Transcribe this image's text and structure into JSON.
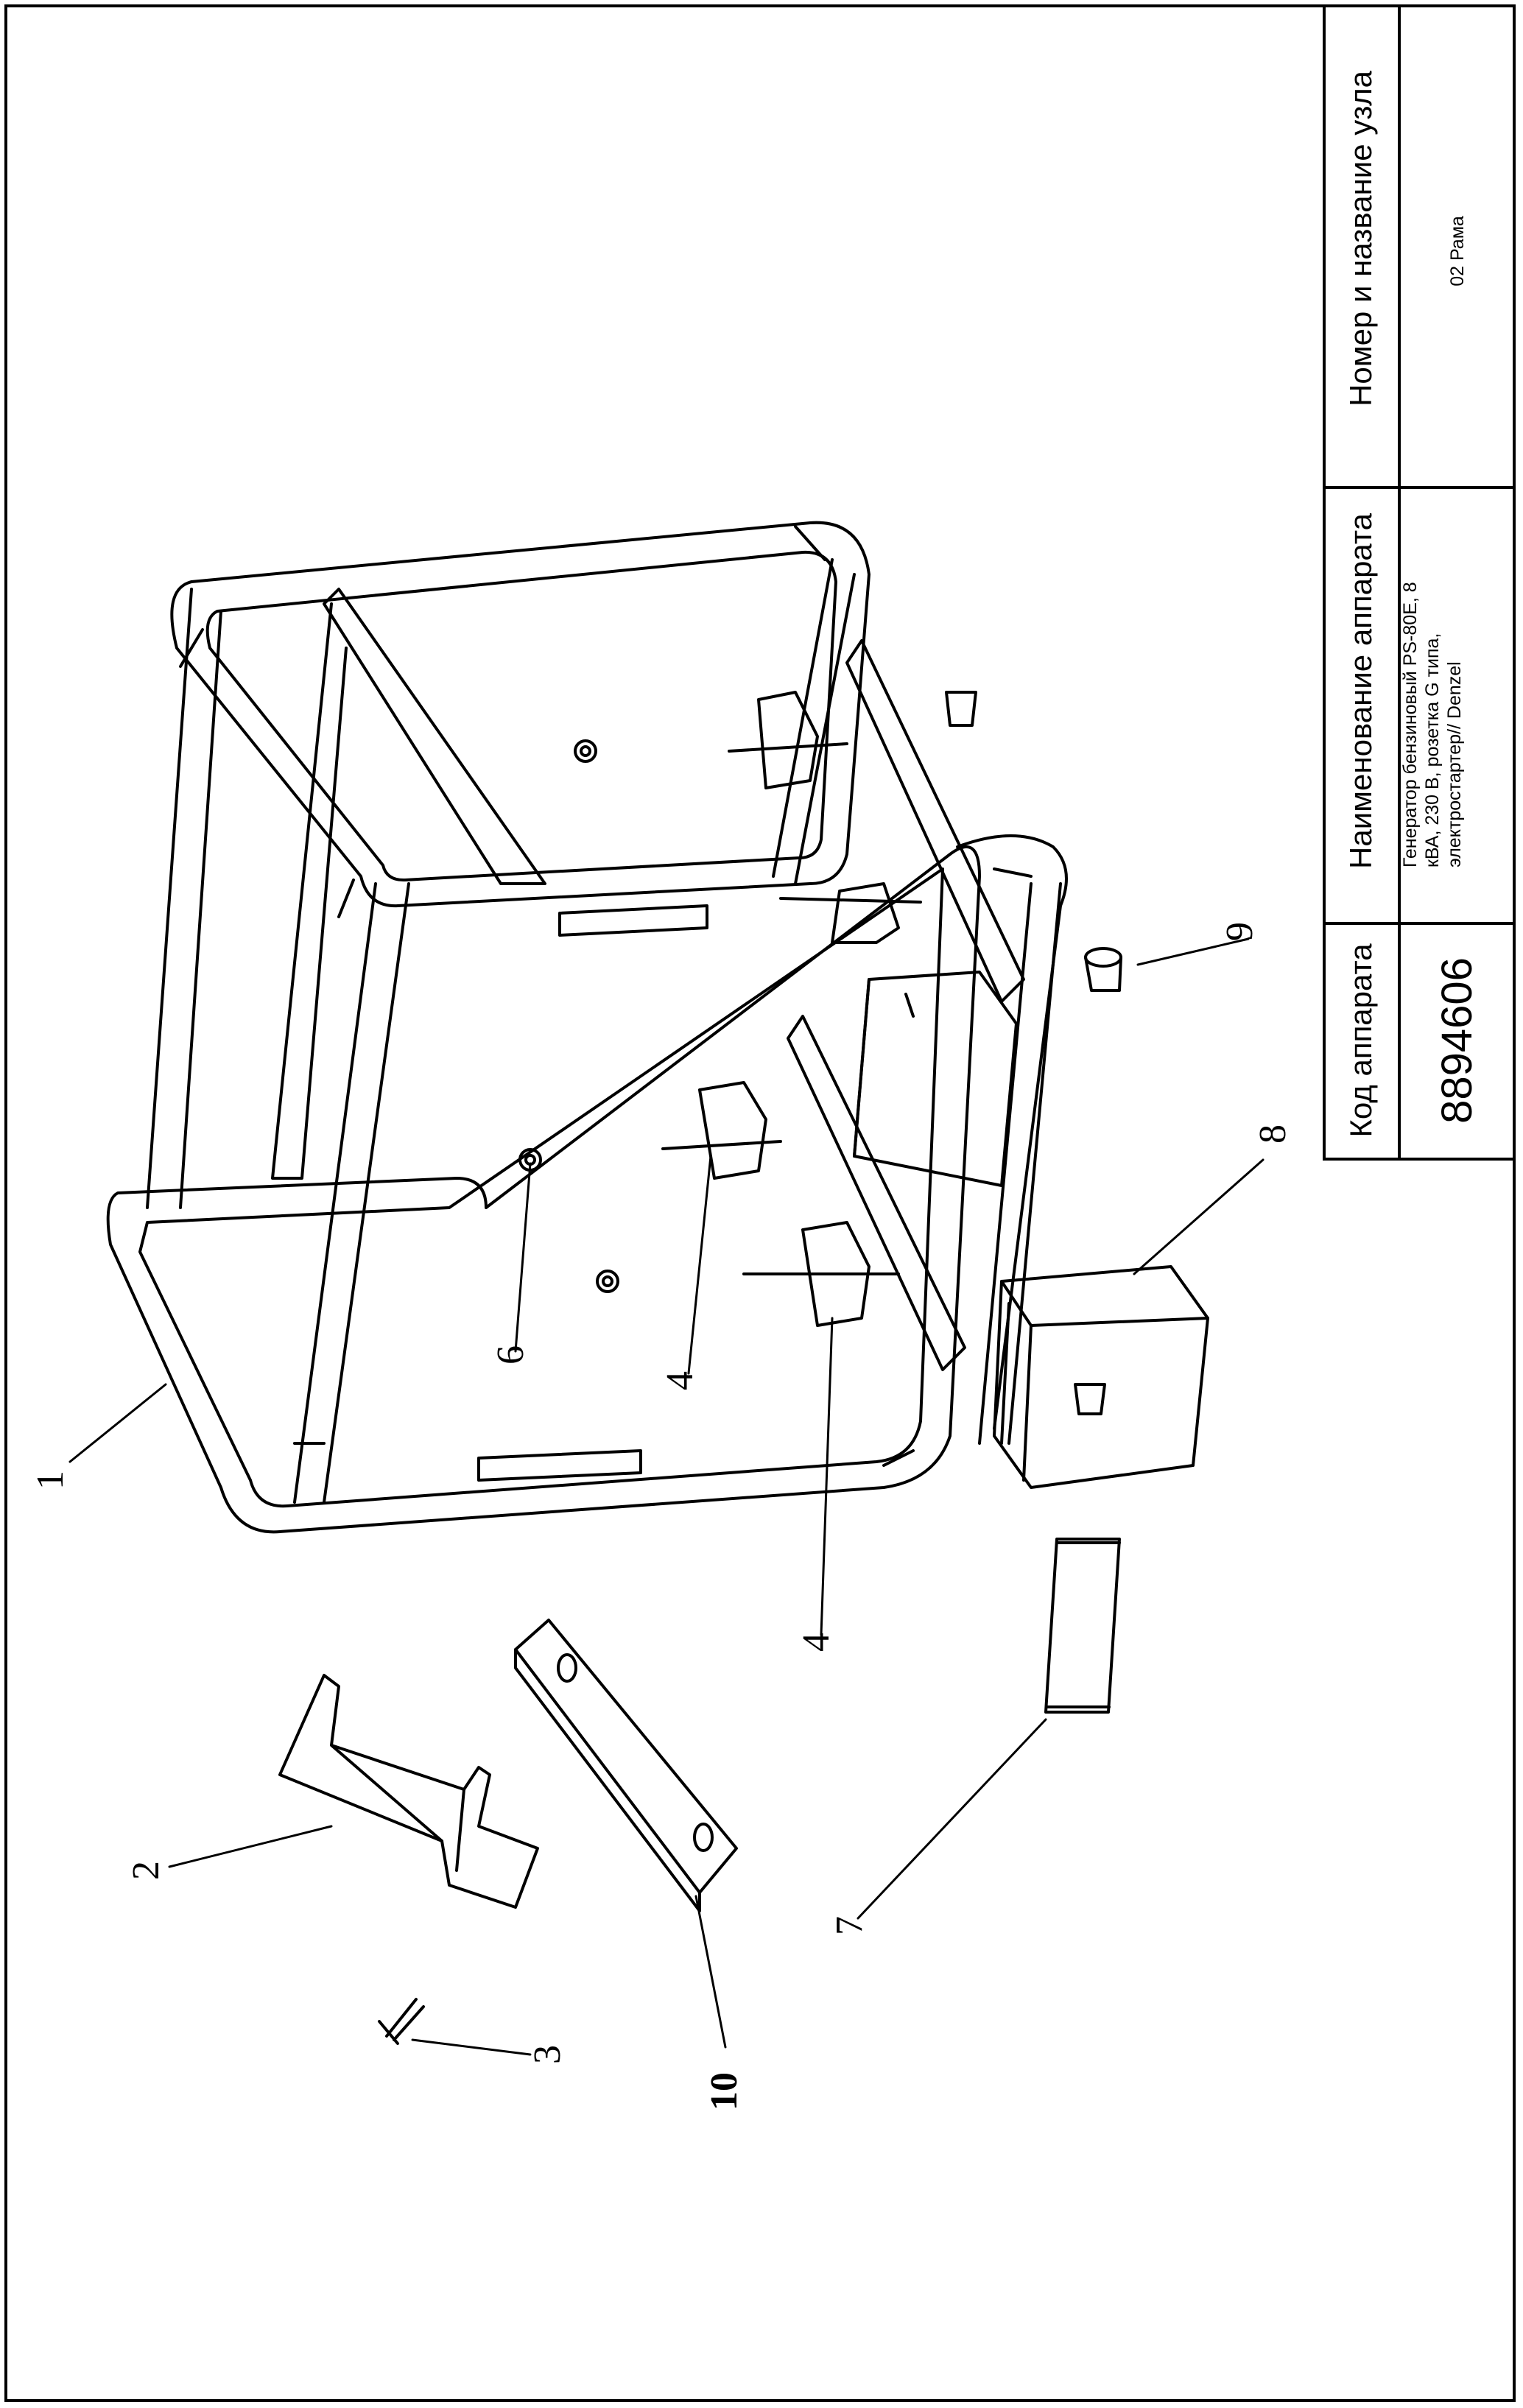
{
  "title_block": {
    "col_headers": {
      "code": "Код аппарата",
      "device_name": "Наименование аппарата",
      "unit": "Номер и название узла"
    },
    "values": {
      "code": "8894606",
      "device_name": "Генератор бензиновый PS-80E, 8 кВА, 230 В, розетка G типа, электростартер// Denzel",
      "unit": "02 Рама"
    }
  },
  "callouts": [
    {
      "id": "c1",
      "text": "1"
    },
    {
      "id": "c2",
      "text": "2"
    },
    {
      "id": "c3",
      "text": "3"
    },
    {
      "id": "c4a",
      "text": "4"
    },
    {
      "id": "c4b",
      "text": "4"
    },
    {
      "id": "c6",
      "text": "6"
    },
    {
      "id": "c7",
      "text": "7"
    },
    {
      "id": "c8",
      "text": "8"
    },
    {
      "id": "c9",
      "text": "9"
    },
    {
      "id": "c10",
      "text": "10"
    }
  ],
  "colors": {
    "line": "#000000",
    "background": "#ffffff"
  }
}
